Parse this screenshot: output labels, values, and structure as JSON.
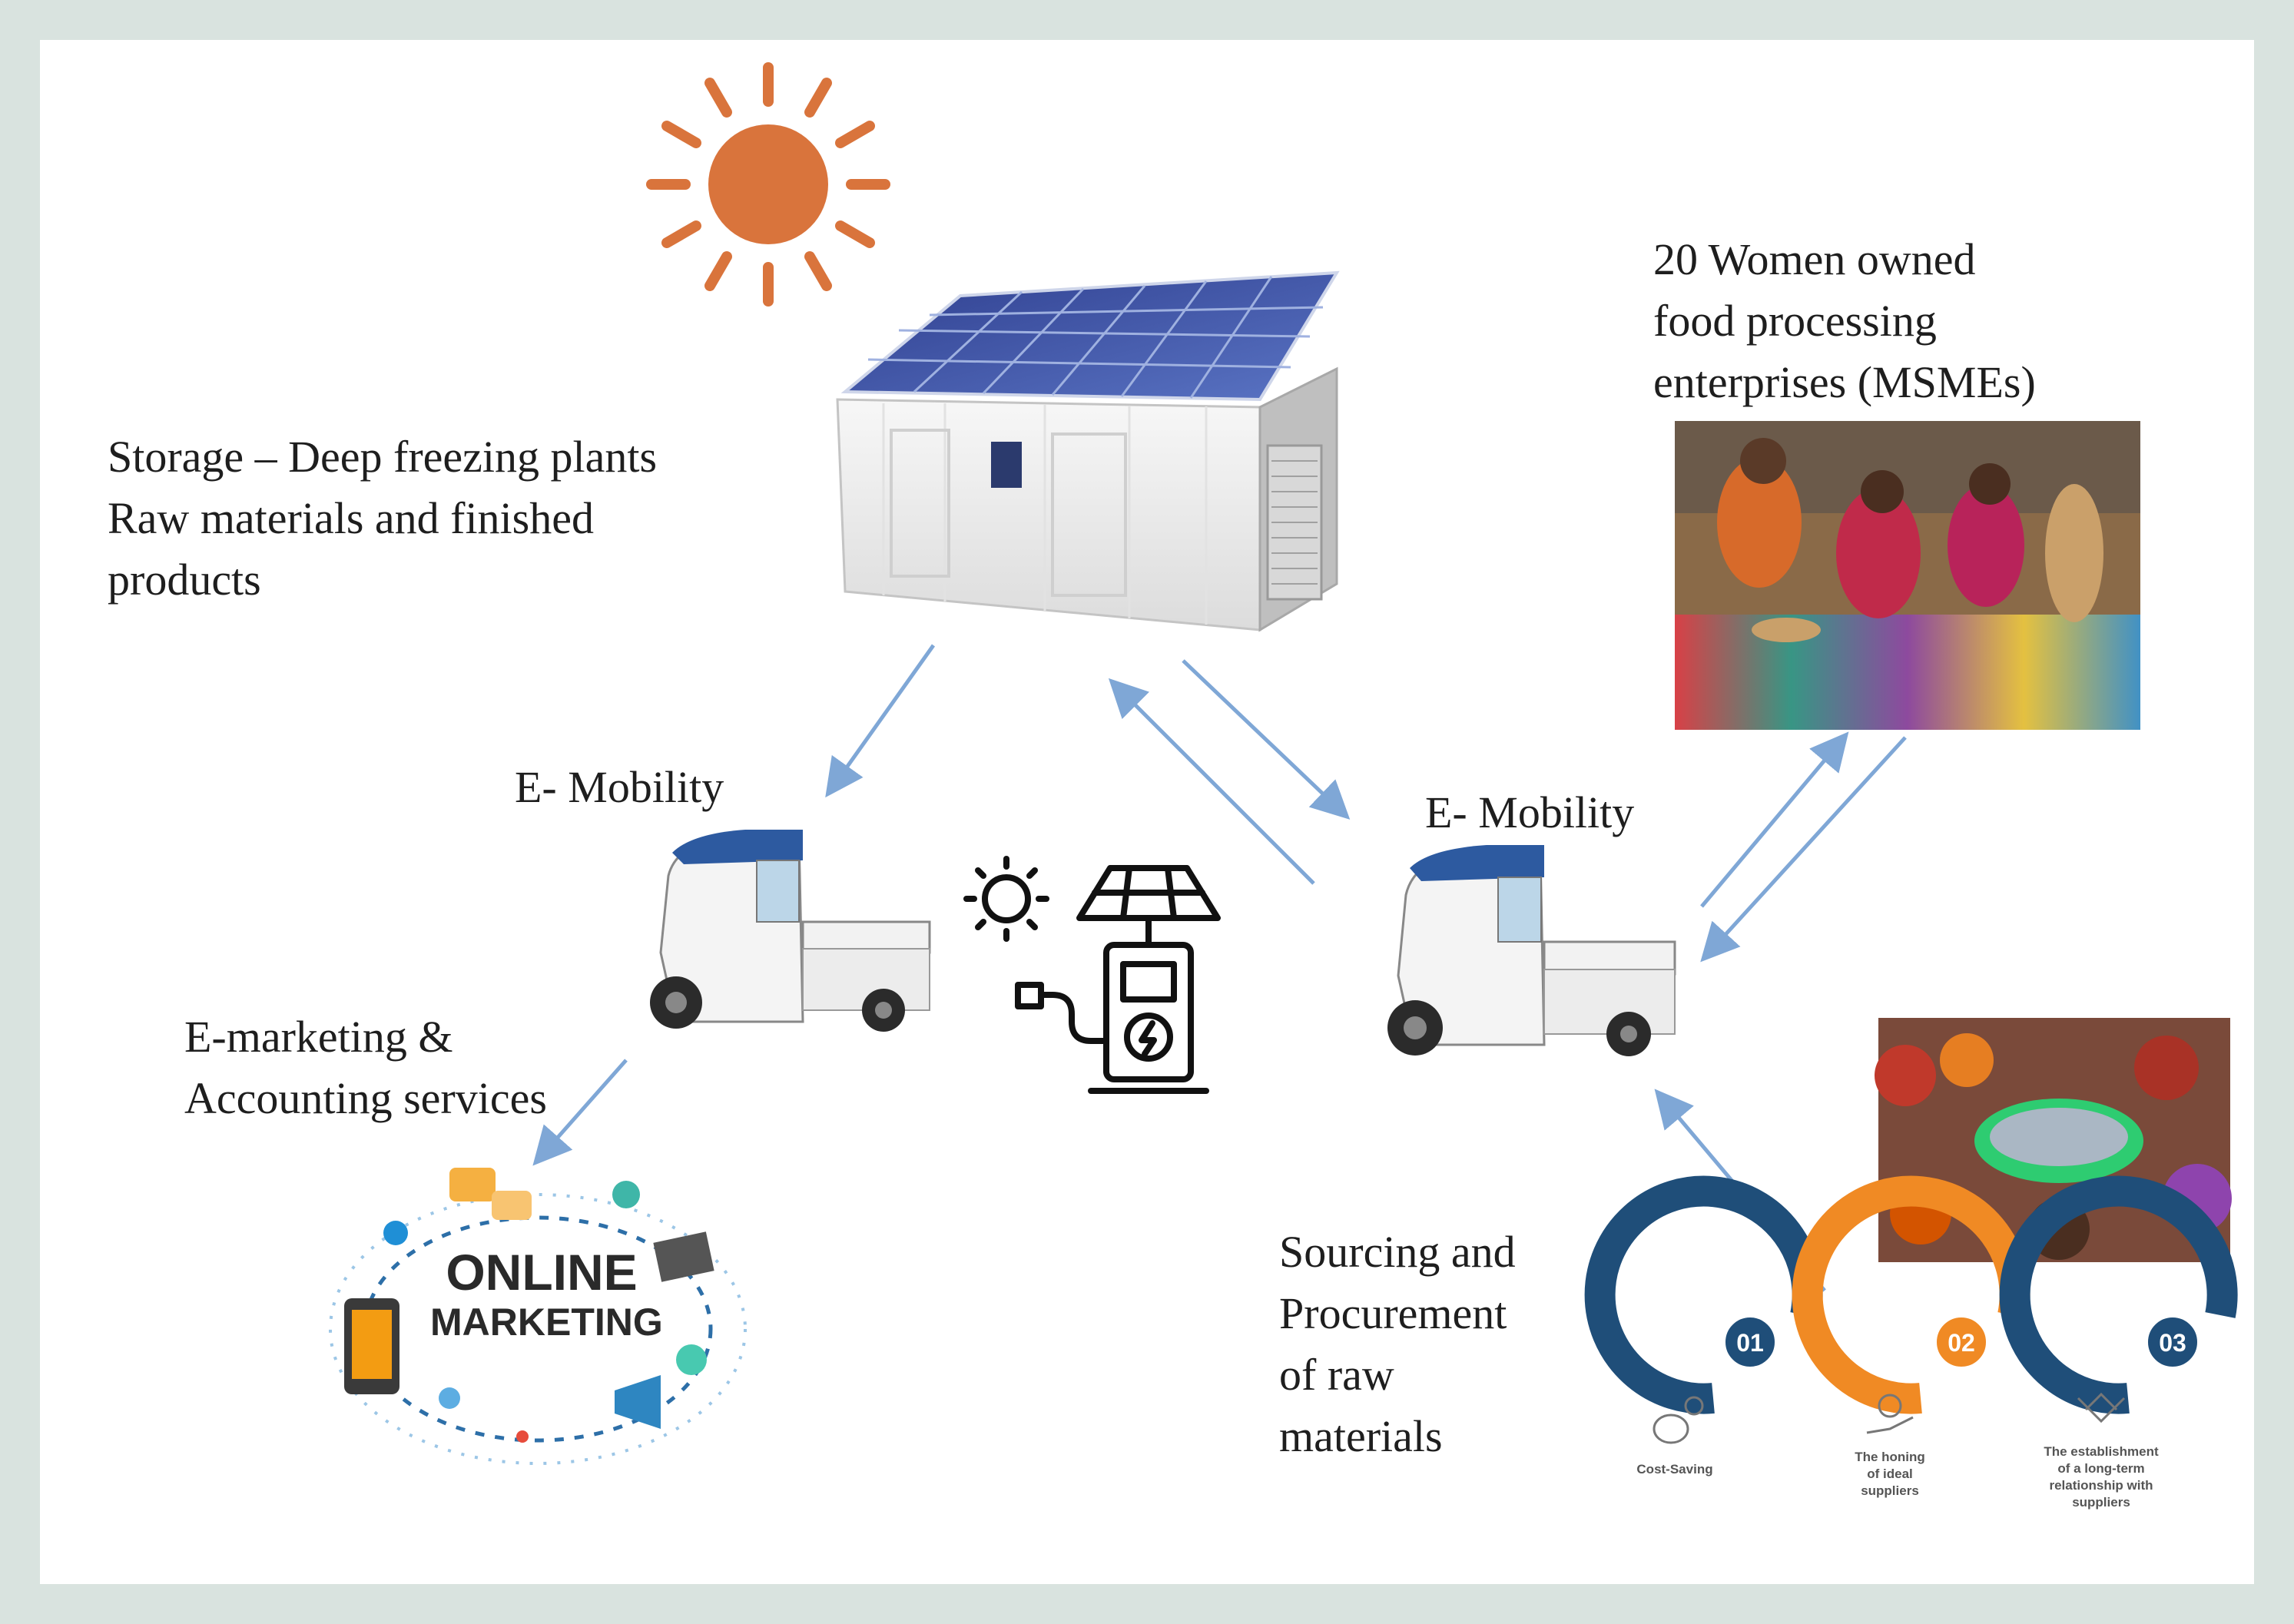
{
  "labels": {
    "storage": [
      "Storage – Deep freezing plants",
      "Raw materials and finished",
      "products"
    ],
    "enterprises": [
      "20 Women owned",
      "food processing",
      "enterprises (MSMEs)"
    ],
    "emobility_left": "E- Mobility",
    "emobility_right": "E- Mobility",
    "emarketing": [
      "E-marketing &",
      "Accounting services"
    ],
    "sourcing": [
      "Sourcing and",
      "Procurement",
      "of raw",
      "materials"
    ]
  },
  "online_marketing": {
    "line1": "ONLINE",
    "line2": "MARKETING"
  },
  "cycle": [
    {
      "num": "01",
      "caption": [
        "Cost-Saving"
      ],
      "color": "#1f4e79"
    },
    {
      "num": "02",
      "caption": [
        "The honing",
        "of ideal",
        "suppliers"
      ],
      "color": "#f08a24"
    },
    {
      "num": "03",
      "caption": [
        "The establishment",
        "of a long-term",
        "relationship with",
        "suppliers"
      ],
      "color": "#1f4e79"
    }
  ],
  "colors": {
    "sun": "#d9743c",
    "arrow": "#7fa7d6",
    "panel": "#3e56a8"
  },
  "icons": [
    "sun-icon",
    "solar-charging-station-icon",
    "electric-rickshaw-icon",
    "cold-storage-container-icon"
  ]
}
